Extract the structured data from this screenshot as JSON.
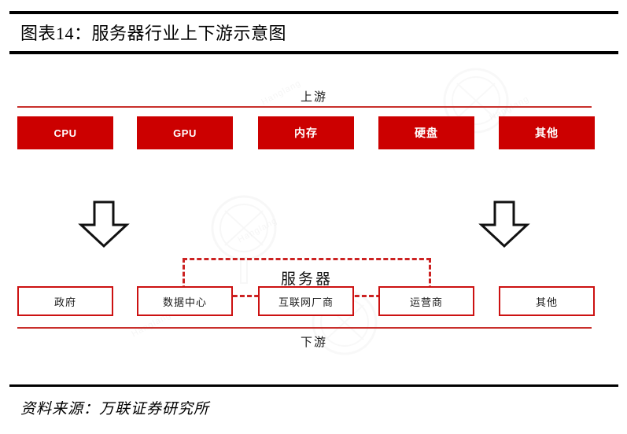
{
  "header": {
    "title": "图表14：服务器行业上下游示意图"
  },
  "diagram": {
    "upstream_label": "上游",
    "downstream_label": "下游",
    "center": {
      "label": "服务器"
    },
    "upstream_nodes": [
      {
        "label": "CPU",
        "script": "latin"
      },
      {
        "label": "GPU",
        "script": "latin"
      },
      {
        "label": "内存",
        "script": "han"
      },
      {
        "label": "硬盘",
        "script": "han"
      },
      {
        "label": "其他",
        "script": "han"
      }
    ],
    "downstream_nodes": [
      {
        "label": "政府"
      },
      {
        "label": "数据中心"
      },
      {
        "label": "互联网厂商"
      },
      {
        "label": "运营商"
      },
      {
        "label": "其他"
      }
    ],
    "arrows": [
      {
        "direction": "down",
        "name": "flow-arrow-left"
      },
      {
        "direction": "down",
        "name": "flow-arrow-right"
      }
    ],
    "colors": {
      "node_fill_red": "#cc0000",
      "node_border_red": "#cc1111",
      "rule_red": "#c9302c",
      "dashed_red": "#cc2222",
      "rule_black": "#000000",
      "text_dark": "#1a1a1a",
      "text_light": "#ffffff"
    }
  },
  "footer": {
    "source": "资料来源：万联证券研究所"
  },
  "watermark": {
    "text": "Hanglang"
  }
}
